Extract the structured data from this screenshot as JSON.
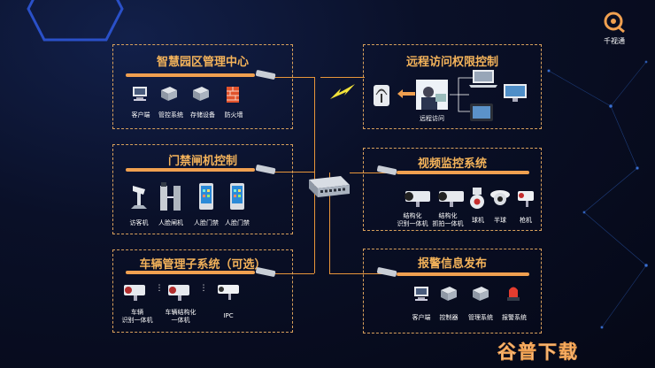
{
  "brand": {
    "logo_text": "千视通"
  },
  "watermark": {
    "text": "谷普下载"
  },
  "panels": {
    "park_center": {
      "title": "智慧园区管理中心",
      "devices": [
        "客户端",
        "管控系统",
        "存储设备",
        "防火墙"
      ]
    },
    "gate": {
      "title": "门禁闸机控制",
      "devices": [
        "访客机",
        "人脸闸机",
        "人脸门禁",
        "人脸门禁"
      ]
    },
    "vehicle": {
      "title": "车辆管理子系统（可选）",
      "devices": [
        [
          "车辆",
          "识别一体机"
        ],
        [
          "车辆结构化",
          "一体机"
        ],
        [
          "IPC"
        ]
      ]
    },
    "remote": {
      "title": "远程访问权限控制",
      "label": "远程访问"
    },
    "video": {
      "title": "视频监控系统",
      "devices": [
        [
          "结构化",
          "识别一体机"
        ],
        [
          "结构化",
          "抓拍一体机"
        ],
        [
          "球机"
        ],
        [
          "半球"
        ],
        [
          "枪机"
        ]
      ]
    },
    "alarm": {
      "title": "报警信息发布",
      "devices": [
        "客户端",
        "控制器",
        "管理系统",
        "报警系统"
      ]
    }
  },
  "colors": {
    "accent": "#f0a050",
    "title": "#f4b35a",
    "line": "#e8963a",
    "background": "#070b1c"
  }
}
